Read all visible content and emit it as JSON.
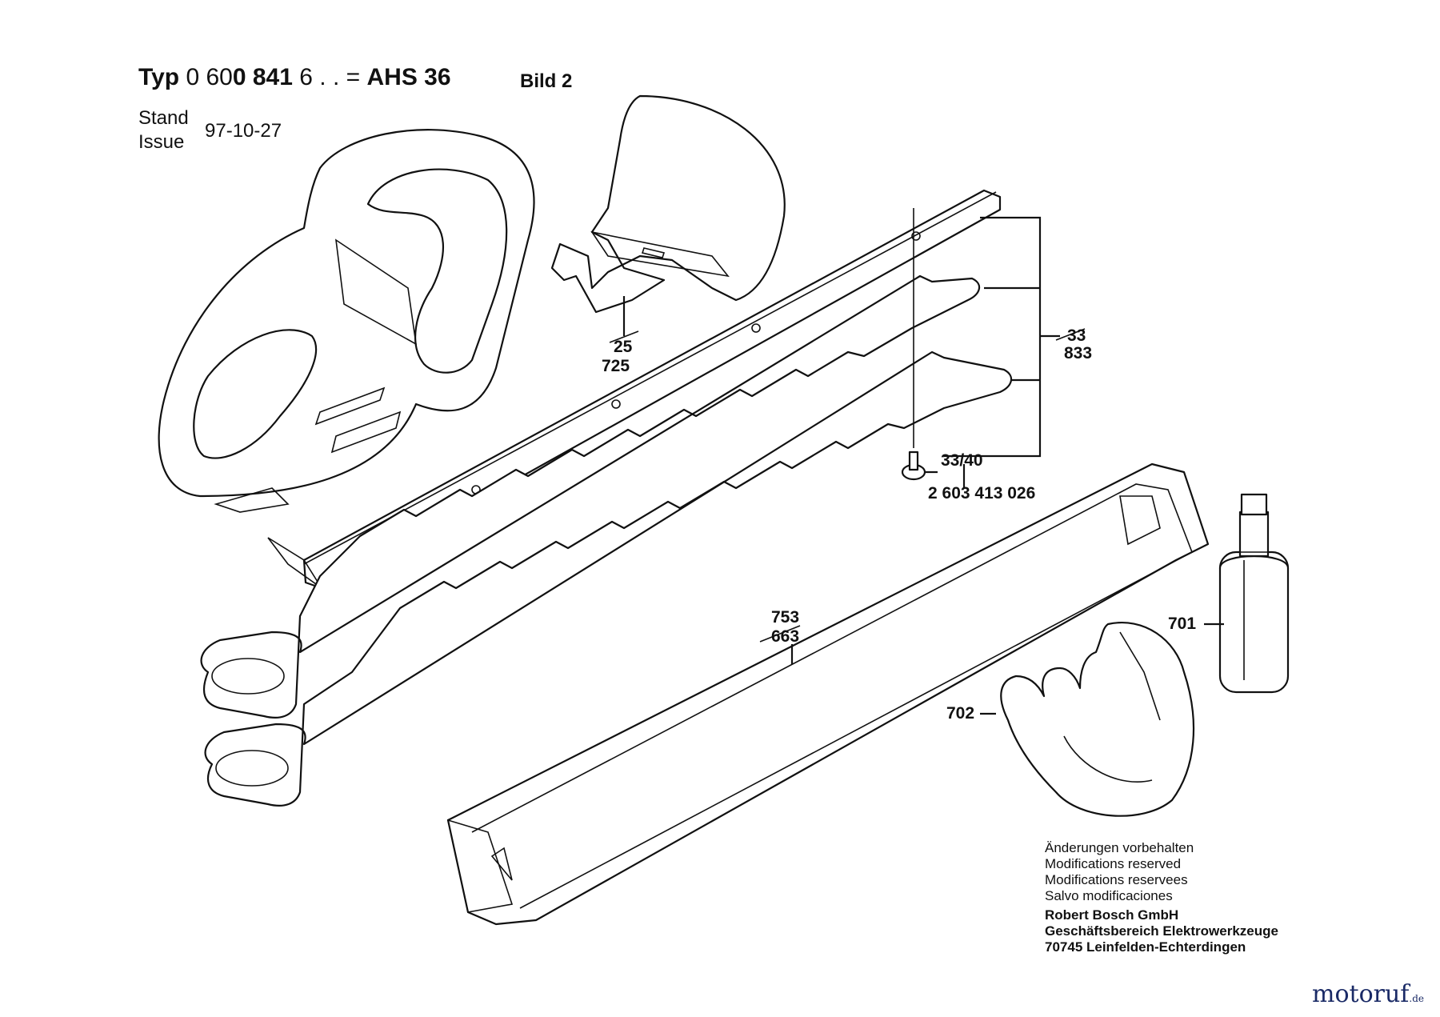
{
  "header": {
    "typ_label": "Typ",
    "type_prefix": "0 60",
    "type_bold": "0 841",
    "type_suffix": " 6 . . = ",
    "model": "AHS 36",
    "bild": "Bild 2",
    "stand_label": "Stand",
    "issue_label": "Issue",
    "date": "97-10-27"
  },
  "callouts": {
    "p725_old": "25",
    "p725": "725",
    "p833_old": "33",
    "p833": "833",
    "p3340": "33/40",
    "part_number": "2 603 413 026",
    "p753": "753",
    "p753_old": "663",
    "p701": "701",
    "p702": "702"
  },
  "notes": {
    "line1": "Änderungen vorbehalten",
    "line2": "Modifications reserved",
    "line3": "Modifications reservees",
    "line4": "Salvo modificaciones",
    "company": "Robert Bosch GmbH",
    "division": "Geschäftsbereich Elektrowerkzeuge",
    "address": "70745 Leinfelden-Echterdingen"
  },
  "watermark": {
    "name": "motoruf",
    "tld": ".de"
  }
}
